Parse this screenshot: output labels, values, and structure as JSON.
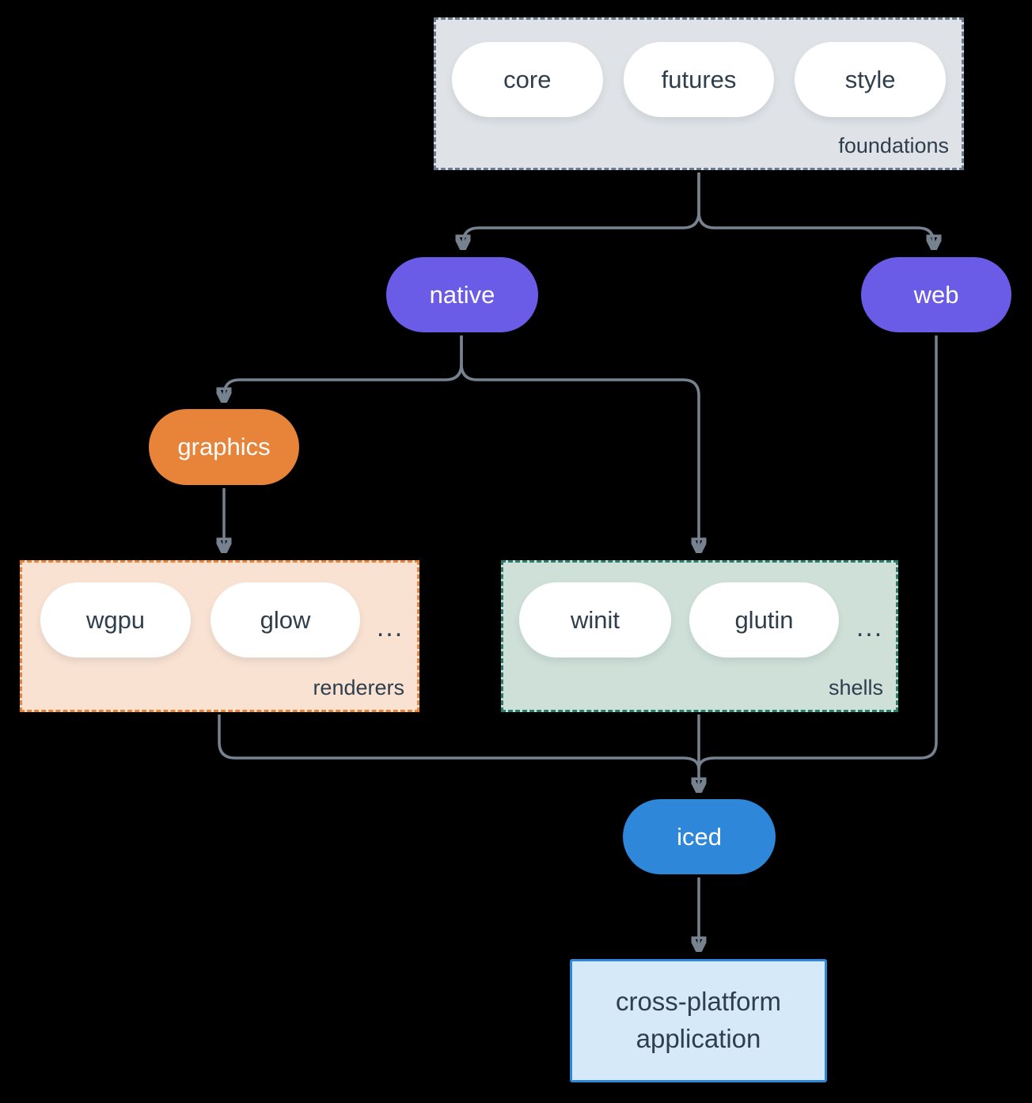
{
  "background_color": "#000000",
  "edge_color": "#76828f",
  "text_color": "#2f3e4d",
  "groups": {
    "foundations": {
      "label": "foundations",
      "fill": "#dfe3e7",
      "border": "#6b7a8c",
      "pills": [
        {
          "label": "core"
        },
        {
          "label": "futures"
        },
        {
          "label": "style"
        }
      ]
    },
    "renderers": {
      "label": "renderers",
      "fill": "#f9e2d2",
      "border": "#e8833a",
      "pills": [
        {
          "label": "wgpu"
        },
        {
          "label": "glow"
        }
      ],
      "ellipsis": "..."
    },
    "shells": {
      "label": "shells",
      "fill": "#cfe0d9",
      "border": "#2a7d6c",
      "pills": [
        {
          "label": "winit"
        },
        {
          "label": "glutin"
        }
      ],
      "ellipsis": "..."
    }
  },
  "nodes": {
    "native": {
      "label": "native",
      "fill": "#6a5ce7"
    },
    "web": {
      "label": "web",
      "fill": "#6a5ce7"
    },
    "graphics": {
      "label": "graphics",
      "fill": "#e8833a"
    },
    "iced": {
      "label": "iced",
      "fill": "#2e87d8"
    }
  },
  "app": {
    "line1": "cross-platform",
    "line2": "application",
    "fill": "#d6e9f9",
    "border": "#2e87d8"
  }
}
